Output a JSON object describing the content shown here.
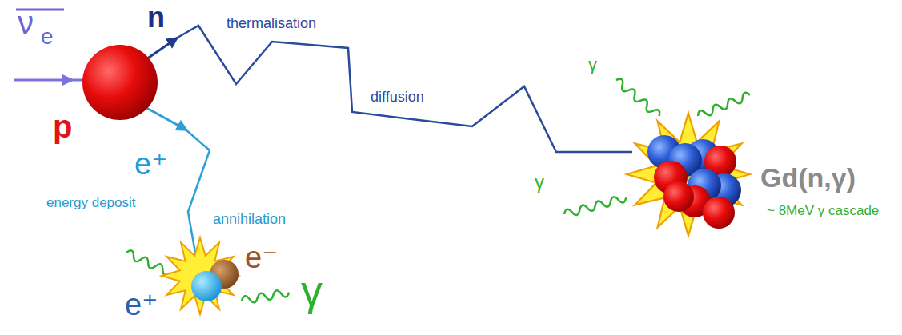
{
  "diagram": {
    "labels": [
      "ν",
      "e",
      "n",
      "thermalisation",
      "diffusion",
      "p",
      "e⁺",
      "energy deposit",
      "annihilation",
      "e⁻",
      "e⁺",
      "γ",
      "γ",
      "γ",
      "Gd(n,γ)",
      "~ 8MeV γ cascade"
    ]
  }
}
